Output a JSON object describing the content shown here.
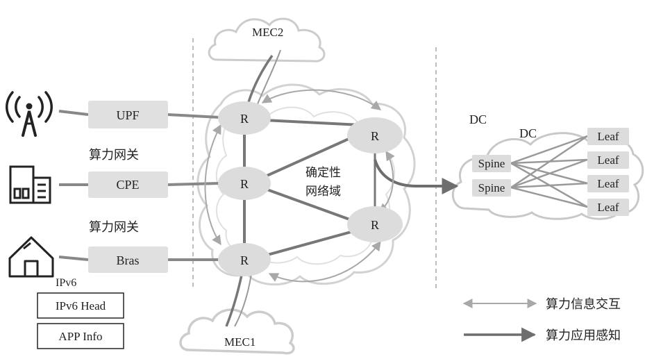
{
  "labels": {
    "mec2": "MEC2",
    "mec1": "MEC1",
    "upf": "UPF",
    "cpe": "CPE",
    "bras": "Bras",
    "gateway_top": "算力网关",
    "gateway_bottom": "算力网关",
    "router": "R",
    "domain_line1": "确定性",
    "domain_line2": "网络域",
    "dc_outer": "DC",
    "dc_inner": "DC",
    "spine": "Spine",
    "leaf": "Leaf",
    "ipv6": "IPv6",
    "ipv6_head": "IPv6 Head",
    "app_info": "APP Info"
  },
  "legend": {
    "info_exchange": "算力信息交互",
    "app_aware": "算力应用感知"
  },
  "icons": [
    "antenna-icon",
    "building-icon",
    "house-icon"
  ],
  "colors": {
    "router_fill": "#dcdcdc",
    "box_fill": "#e0e0e0",
    "link_dark": "#777777",
    "link_light": "#aaaaaa",
    "cloud_stroke": "#c8c8c8"
  }
}
